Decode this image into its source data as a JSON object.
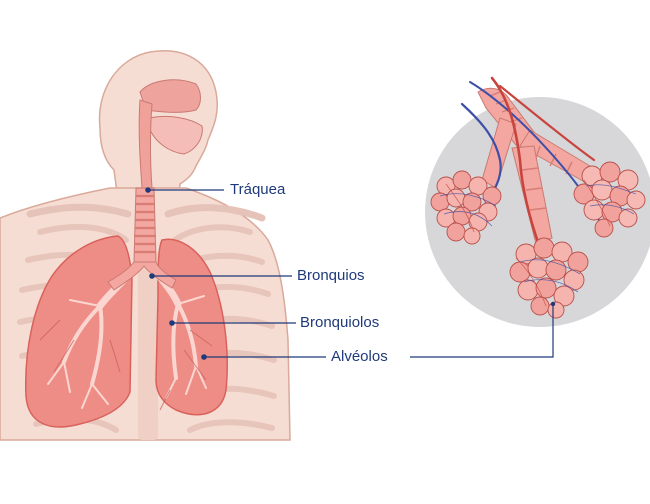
{
  "labels": {
    "trachea": "Tráquea",
    "bronchi": "Bronquios",
    "bronchioles": "Bronquiolos",
    "alveoli": "Alvéolos"
  },
  "colors": {
    "label_text": "#1f3a7a",
    "leader_line": "#1f3a7a",
    "skin": "#f6ddd3",
    "skin_outline": "#d9a99a",
    "lung": "#ee8d86",
    "lung_dark": "#d9615c",
    "airway": "#f3a7a0",
    "vein_blue": "#3d4fa8",
    "artery_red": "#c8453f",
    "magnifier_circle": "#d7d7d9"
  }
}
